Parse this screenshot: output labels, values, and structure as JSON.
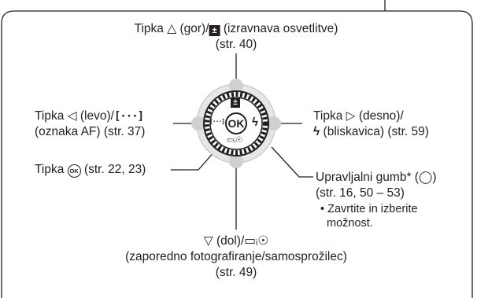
{
  "labels": {
    "up_prefix": "Tipka",
    "up_symbol": "△",
    "up_text": "(gor)/",
    "up_icon_text": "±",
    "up_suffix": "(izravnava osvetlitve)",
    "up_page": "(str. 40)",
    "left_prefix": "Tipka",
    "left_symbol": "◁",
    "left_text": "(levo)/",
    "left_icon_text": "[···]",
    "left_line2": "(oznaka AF) (str. 37)",
    "right_prefix": "Tipka",
    "right_symbol": "▷",
    "right_text": "(desno)/",
    "right_icon_text": "ϟ",
    "right_line2": "(bliskavica) (str. 59)",
    "ok_prefix": "Tipka",
    "ok_icon_text": "OK",
    "ok_suffix": "(str. 22, 23)",
    "dial_line1": "Upravljalni gumb* (",
    "dial_icon_text": "◯",
    "dial_line1_end": ")",
    "dial_line2": "(str. 16, 50 – 53)",
    "dial_bullet1": "• Zavrtite in izberite",
    "dial_bullet2": "možnost.",
    "down_symbol": "▽",
    "down_text": "(dol)/",
    "down_icon_text": "▭ᵢ☉",
    "down_line2": "(zaporedno fotografiranje/samosprožilec)",
    "down_page": "(str. 49)"
  },
  "dial": {
    "center_label": "OK",
    "top_icon": "±",
    "left_icon": "[···]",
    "right_icon": "ϟ",
    "bottom_icon": "▭ᵢ☉"
  },
  "colors": {
    "ink": "#231f20",
    "ring_fill": "#d9d9d9",
    "dial_body": "#ffffff"
  }
}
